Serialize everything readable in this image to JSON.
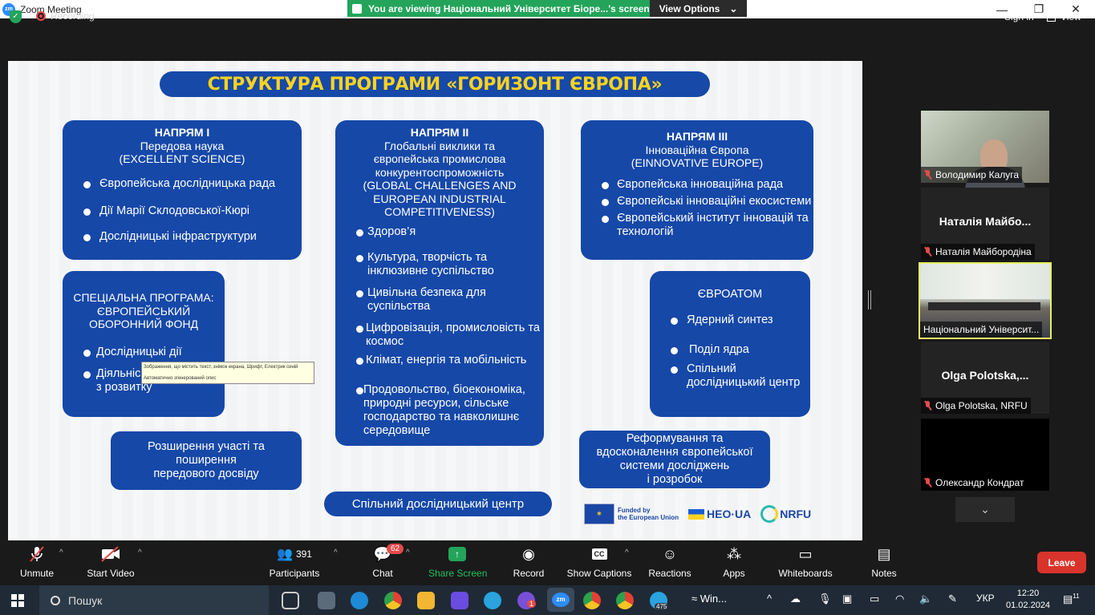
{
  "window": {
    "title": "Zoom Meeting",
    "logo": "zm"
  },
  "banner": {
    "viewing_text": "You are viewing Національний Університет Біоре...'s screen",
    "view_options": "View Options"
  },
  "top": {
    "recording": "Recording",
    "sign_in": "Sign in",
    "view": "View"
  },
  "slide": {
    "title": "СТРУКТУРА ПРОГРАМИ «ГОРИЗОНТ ЄВРОПА»",
    "pillar1": {
      "h1": "НАПРЯМ І",
      "h2": "Передова наука",
      "h3": "(EXCELLENT SCIENCE)",
      "items": [
        "Європейська дослідницька рада",
        "Дії Марії Склодовської-Кюрі",
        "Дослідницькі інфраструктури"
      ]
    },
    "pillar2": {
      "h1": "НАПРЯМ ІІ",
      "h2": "Глобальні виклики та",
      "h3": "європейська промислова",
      "h4": "конкурентоспроможність",
      "h5": "(GLOBAL CHALLENGES AND",
      "h6": "EUROPEAN INDUSTRIAL",
      "h7": "COMPETITIVENESS)",
      "items": [
        "Здоров’я",
        "Культура, творчість та інклюзивне суспільство",
        "Цивільна безпека для суспільства",
        "Цифровізація, промисловість та космос",
        "Клімат, енергія та мобільність",
        "Продовольство, біоекономіка, природні ресурси, сільське господарство та навколишнє середовище"
      ]
    },
    "pillar3": {
      "h1": "НАПРЯМ ІІІ",
      "h2": "Інноваційна Європа",
      "h3": "(EINNOVATIVE EUROPE)",
      "items": [
        "Європейська інноваційна рада",
        "Європейські інноваційні екосистеми",
        "Європейський інститут інновацій та технологій"
      ]
    },
    "special": {
      "h1": "СПЕЦІАЛЬНА ПРОГРАМА:",
      "h2": "ЄВРОПЕЙСЬКИЙ",
      "h3": "ОБОРОННИЙ ФОНД",
      "items": [
        "Дослідницькі дії",
        "Діяльніс",
        "з розвитку"
      ]
    },
    "euratom": {
      "h1": "ЄВРОАТОМ",
      "items": [
        "Ядерний синтез",
        "Поділ ядра",
        "Спільний дослідницький центр"
      ]
    },
    "widening": {
      "l1": "Розширення участі та",
      "l2": "поширення",
      "l3": "передового досвіду"
    },
    "reform": {
      "l1": "Реформування та",
      "l2": "вдосконалення європейської",
      "l3": "системи досліджень",
      "l4": "і розробок"
    },
    "jrc": "Спільний дослідницький центр",
    "tooltip": {
      "l1": "Зображення, що містить текст, знімок екрана, Шрифт, Електрик синій",
      "l2": "Автоматично згенерований опис"
    },
    "logos": {
      "eu1": "Funded by",
      "eu2": "the European Union",
      "heo": "HEO·UA",
      "nrfu": "NRFU"
    }
  },
  "participants_panel": [
    {
      "name": "Володимир Калуга",
      "big": ""
    },
    {
      "name": "Наталія Майбородіна",
      "big": "Наталія  Майбо..."
    },
    {
      "name": "Національний Університ...",
      "big": ""
    },
    {
      "name": "Olga Polotska, NRFU",
      "big": "Olga  Polotska,..."
    },
    {
      "name": "Олександр Кондрат",
      "big": ""
    }
  ],
  "toolbar": {
    "unmute": "Unmute",
    "start_video": "Start Video",
    "participants": "Participants",
    "participants_count": "391",
    "chat": "Chat",
    "chat_badge": "62",
    "share": "Share Screen",
    "record": "Record",
    "captions": "Show Captions",
    "reactions": "Reactions",
    "apps": "Apps",
    "whiteboards": "Whiteboards",
    "notes": "Notes",
    "leave": "Leave"
  },
  "taskbar": {
    "search": "Пошук",
    "win_label": "Win...",
    "lang": "УКР",
    "time": "12:20",
    "date": "01.02.2024",
    "badge1": "1",
    "badge2": "475",
    "notif": "11"
  }
}
